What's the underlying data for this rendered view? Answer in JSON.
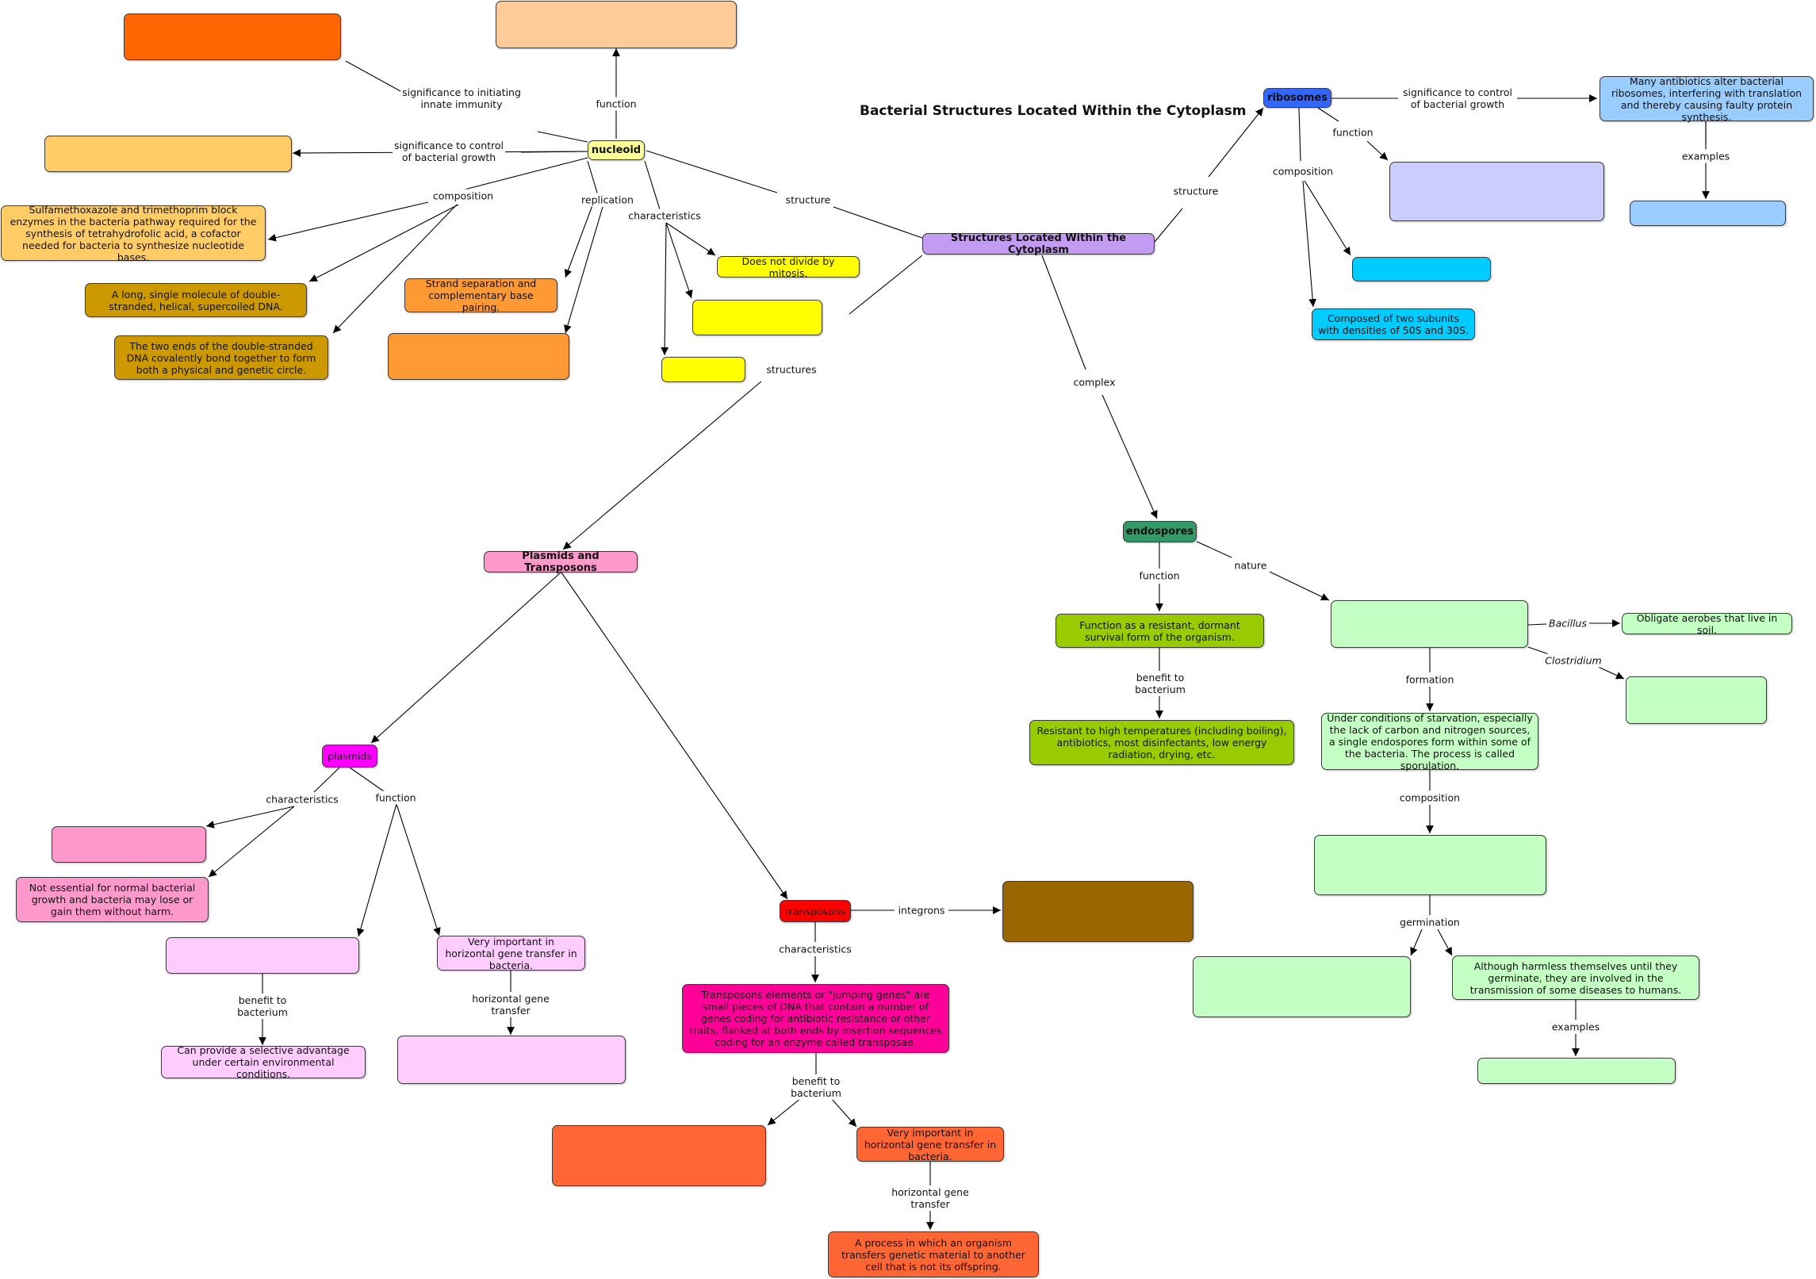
{
  "title": "Bacterial Structures Located Within the Cytoplasm",
  "nodes": {
    "main": {
      "text": "Structures Located Within the Cytoplasm",
      "color": "#c39bf2"
    },
    "nucleoid": {
      "text": "nucleoid",
      "color": "#ffff99"
    },
    "ribosomes": {
      "text": "ribosomes",
      "color": "#3366ff"
    },
    "plasmids_transposons": {
      "text": "Plasmids and Transposons",
      "color": "#ff99cc"
    },
    "endospores": {
      "text": "endospores",
      "color": "#339966"
    },
    "nuc_immunity": {
      "text": "",
      "color": "#ff6600"
    },
    "nuc_function": {
      "text": "",
      "color": "#ffcc99"
    },
    "nuc_control": {
      "text": "",
      "color": "#ffcc66"
    },
    "nuc_sulfa": {
      "text": "Sulfamethoxazole and trimethoprim block enzymes in the bacteria pathway required for the synthesis of tetrahydrofolic acid, a cofactor needed for bacteria to synthesize nucleotide bases.",
      "color": "#ffcc66"
    },
    "nuc_dna": {
      "text": "A long, single molecule of double-stranded, helical, supercoiled DNA.",
      "color": "#cc9900"
    },
    "nuc_ends": {
      "text": "The two ends of the double-stranded DNA covalently bond together to form both a physical and genetic circle.",
      "color": "#cc9900"
    },
    "nuc_strand": {
      "text": "Strand separation and complementary base pairing.",
      "color": "#ff9933"
    },
    "nuc_repl2": {
      "text": "",
      "color": "#ff9933"
    },
    "nuc_mitosis": {
      "text": "Does not divide by mitosis.",
      "color": "#ffff00"
    },
    "nuc_char2": {
      "text": "",
      "color": "#ffff00"
    },
    "nuc_char3": {
      "text": "",
      "color": "#ffff00"
    },
    "rib_antibiotics": {
      "text": "Many antibiotics alter bacterial ribosomes, interfering with translation and thereby causing faulty protein synthesis.",
      "color": "#99ccff"
    },
    "rib_examples": {
      "text": "",
      "color": "#99ccff"
    },
    "rib_function": {
      "text": "",
      "color": "#ccccff"
    },
    "rib_comp1": {
      "text": "",
      "color": "#00ccff"
    },
    "rib_comp2": {
      "text": "Composed of two subunits with densities of 50S and 30S.",
      "color": "#00ccff"
    },
    "endo_function": {
      "text": "Function as a resistant, dormant survival form of the organism.",
      "color": "#99cc00"
    },
    "endo_resistant": {
      "text": "Resistant to high temperatures (including boiling), antibiotics, most disinfectants, low energy radiation, drying, etc.",
      "color": "#99cc00"
    },
    "endo_nature": {
      "text": "",
      "color": "#c4ffc4"
    },
    "endo_bacillus": {
      "text": "Obligate aerobes that live in soil.",
      "color": "#c4ffc4"
    },
    "endo_clostridium": {
      "text": "",
      "color": "#c4ffc4"
    },
    "endo_formation": {
      "text": "Under conditions of starvation, especially the lack of carbon and nitrogen sources, a single endospores form within some of the bacteria. The process is called sporulation.",
      "color": "#c4ffc4"
    },
    "endo_composition": {
      "text": "",
      "color": "#c4ffc4"
    },
    "endo_germ1": {
      "text": "",
      "color": "#c4ffc4"
    },
    "endo_germ2": {
      "text": "Although harmless themselves until they germinate, they are involved in the transmission of some diseases to humans.",
      "color": "#c4ffc4"
    },
    "endo_examples": {
      "text": "",
      "color": "#c4ffc4"
    },
    "plasmids": {
      "text": "plasmids",
      "color": "#ff00ff"
    },
    "pl_char1": {
      "text": "",
      "color": "#ff99cc"
    },
    "pl_char2": {
      "text": "Not essential for normal bacterial growth and bacteria may lose or gain them without harm.",
      "color": "#ff99cc"
    },
    "pl_func1": {
      "text": "",
      "color": "#ffccff"
    },
    "pl_func2": {
      "text": "Very important in horizontal gene transfer in bacteria.",
      "color": "#ffccff"
    },
    "pl_benefit": {
      "text": "Can provide a selective advantage under certain environmental conditions.",
      "color": "#ffccff"
    },
    "pl_hgt": {
      "text": "",
      "color": "#ffccff"
    },
    "transposons": {
      "text": "transposons",
      "color": "#ff0000"
    },
    "tr_integrons": {
      "text": "",
      "color": "#996600"
    },
    "tr_char": {
      "text": "Transposons elements or \"jumping genes\" are small pieces of DNA that contain a number of genes coding for antibiotic resistance or other traits, flanked at both ends by insertion sequences coding for an enzyme called transposae.",
      "color": "#ff0099"
    },
    "tr_benefit1": {
      "text": "",
      "color": "#ff6633"
    },
    "tr_benefit2": {
      "text": "Very important in horizontal gene transfer in bacteria.",
      "color": "#ff6633"
    },
    "tr_hgt": {
      "text": "A process in which an organism transfers genetic material to another cell that is not its offspring.",
      "color": "#ff6633"
    }
  },
  "links": {
    "structure_nuc": "structure",
    "significance_immunity": "significance to initiating\ninnate immunity",
    "function_nuc": "function",
    "significance_control": "significance to control\nof bacterial growth",
    "composition_nuc": "composition",
    "replication": "replication",
    "characteristics_nuc": "characteristics",
    "structure_rib": "structure",
    "significance_rib": "significance to control\nof bacterial growth",
    "examples_rib": "examples",
    "function_rib": "function",
    "composition_rib": "composition",
    "structures": "structures",
    "complex": "complex",
    "function_endo": "function",
    "benefit_endo": "benefit to\nbacterium",
    "nature": "nature",
    "bacillus": "Bacillus",
    "clostridium": "Clostridium",
    "formation": "formation",
    "composition_endo": "composition",
    "germination": "germination",
    "examples_endo": "examples",
    "characteristics_pl": "characteristics",
    "function_pl": "function",
    "benefit_pl": "benefit to\nbacterium",
    "hgt_pl": "horizontal gene\ntransfer",
    "integrons": "integrons",
    "characteristics_tr": "characteristics",
    "benefit_tr": "benefit to\nbacterium",
    "hgt_tr": "horizontal gene\ntransfer"
  }
}
